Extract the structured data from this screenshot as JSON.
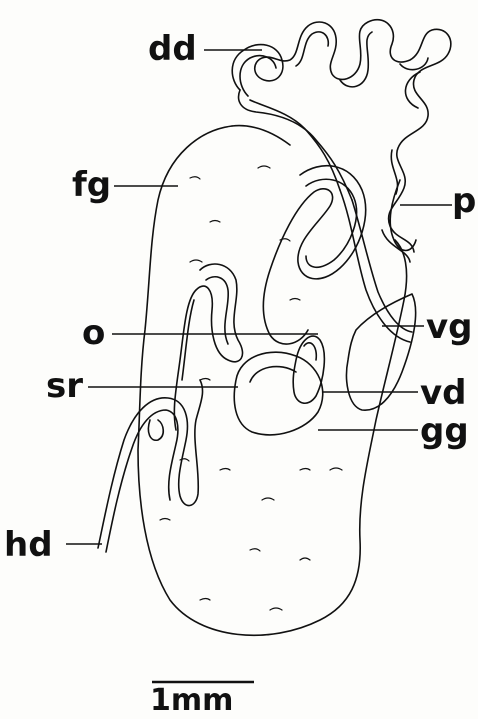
{
  "labels": {
    "dd": "dd",
    "fg": "fg",
    "p": "p",
    "o": "o",
    "vg": "vg",
    "sr": "sr",
    "vd": "vd",
    "gg": "gg",
    "hd": "hd"
  },
  "scale_bar": {
    "text": "1mm"
  },
  "colors": {
    "ink": "#111111",
    "paper": "#fdfdfb"
  }
}
